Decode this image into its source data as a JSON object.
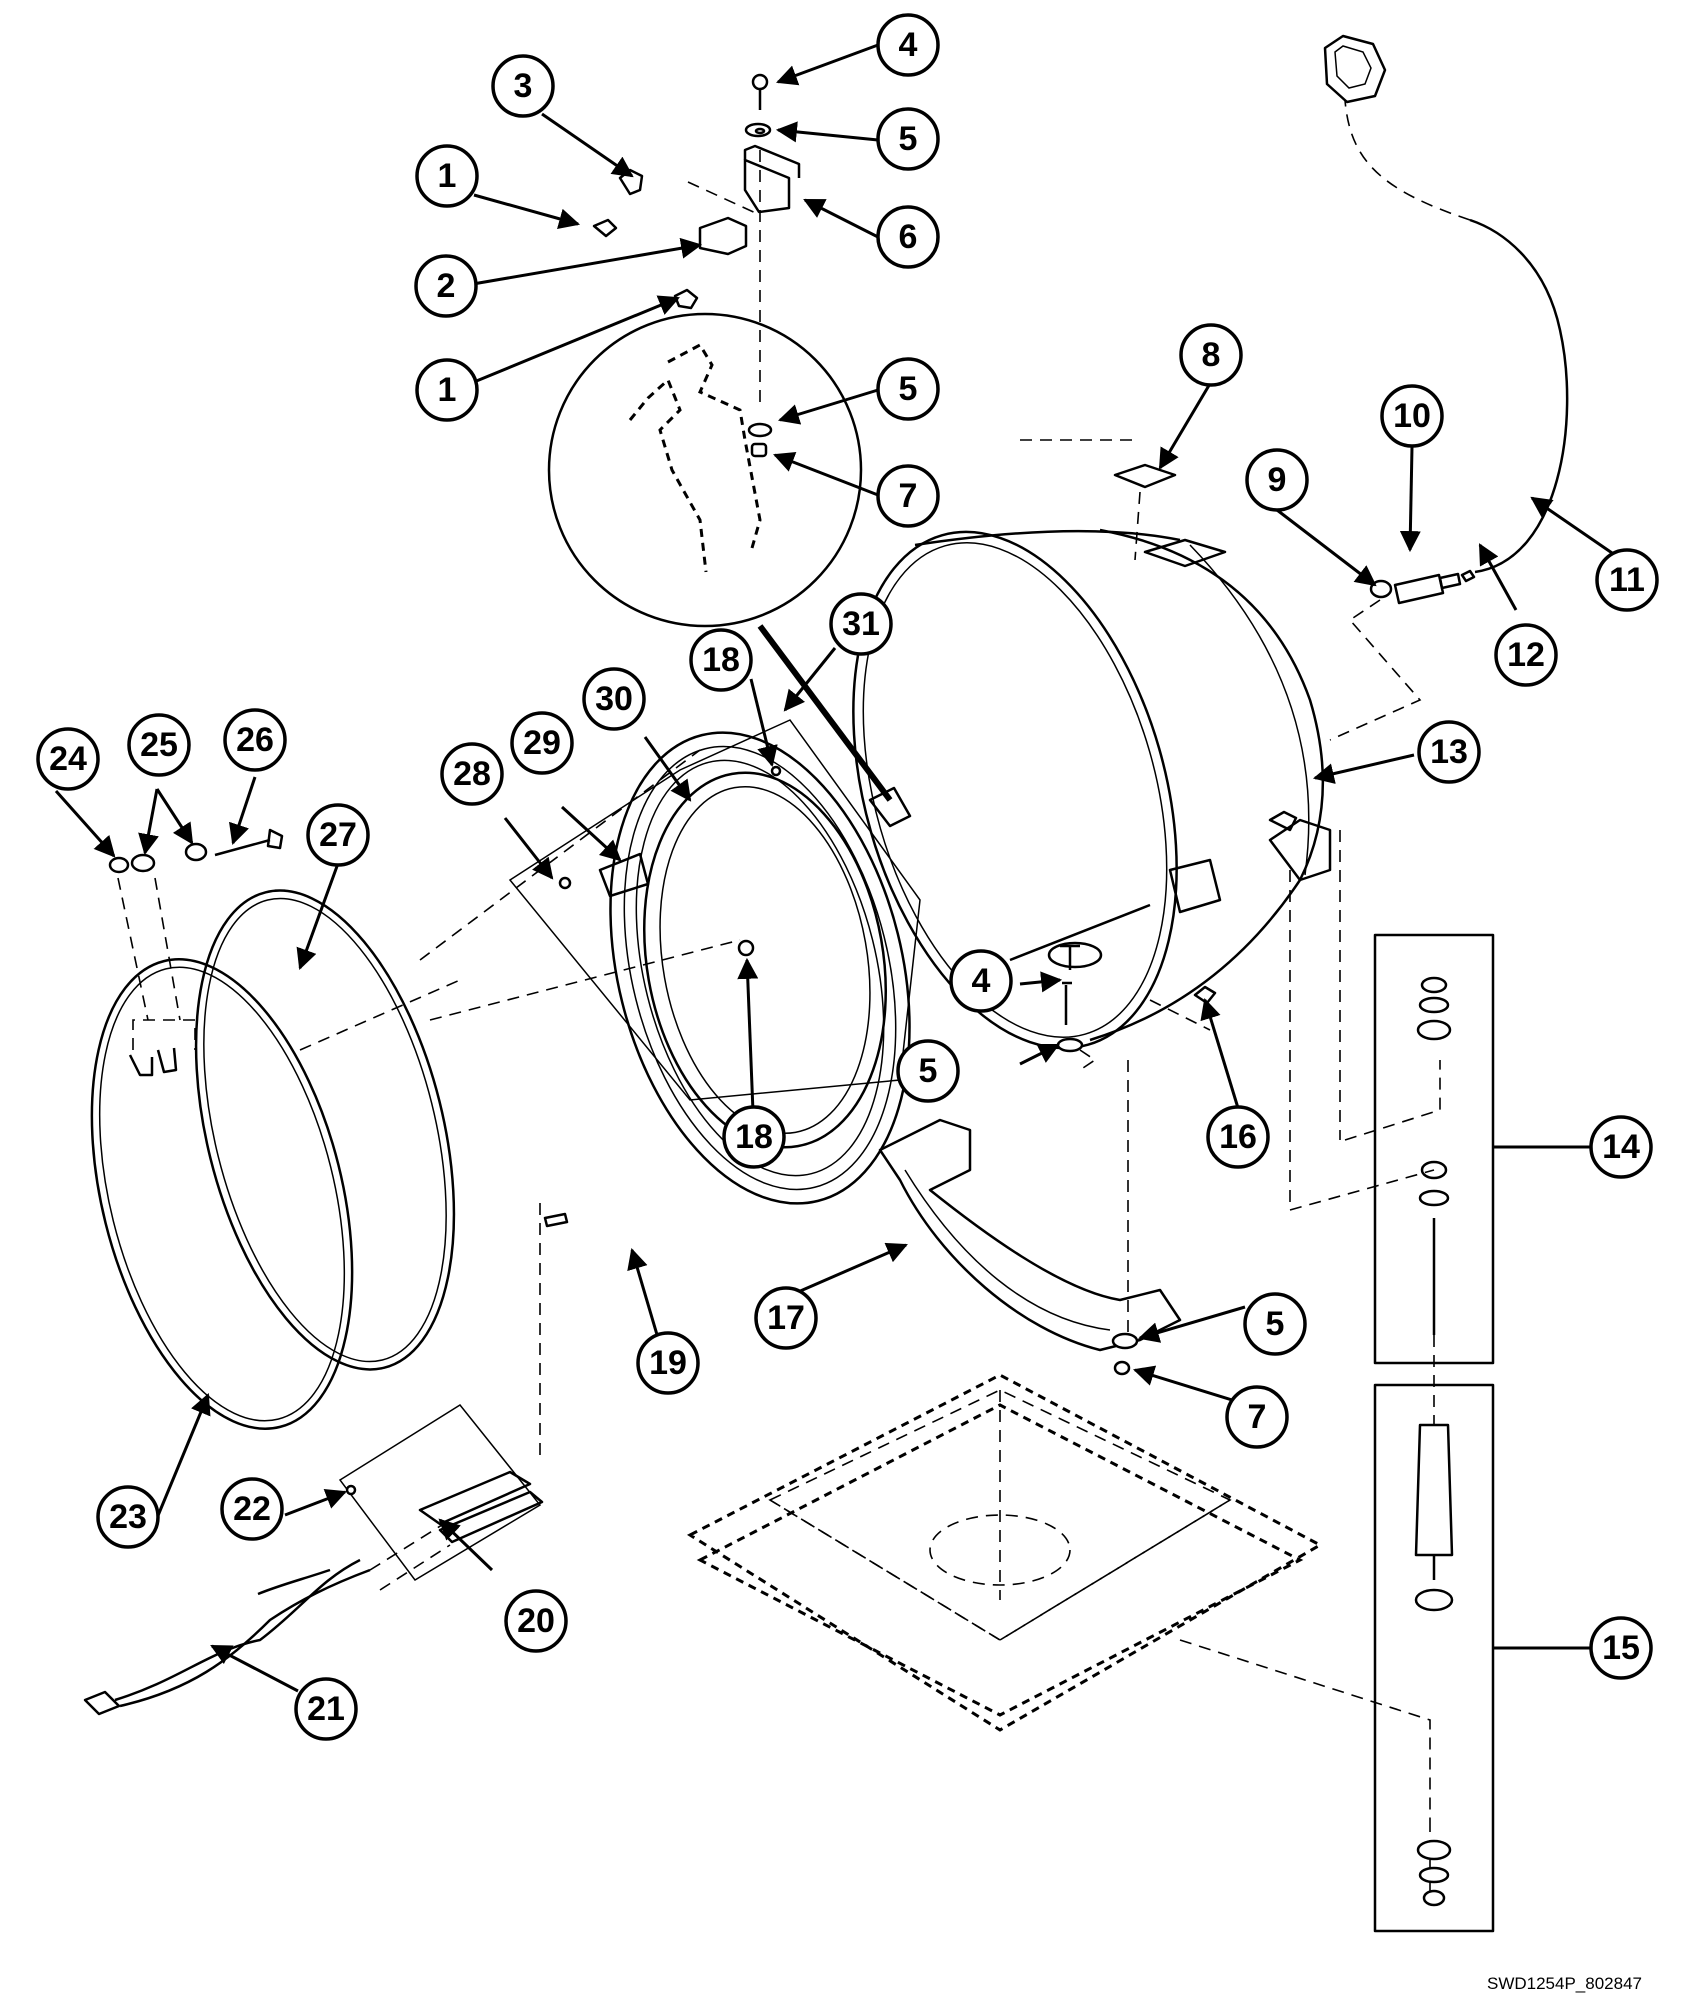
{
  "drawing_code": "SWD1254P_802847",
  "callouts": [
    "1",
    "2",
    "3",
    "4",
    "5",
    "6",
    "7",
    "8",
    "9",
    "10",
    "11",
    "12",
    "13",
    "14",
    "15",
    "16",
    "17",
    "18",
    "19",
    "20",
    "21",
    "22",
    "23",
    "24",
    "25",
    "26",
    "27",
    "28",
    "29",
    "30",
    "31"
  ]
}
